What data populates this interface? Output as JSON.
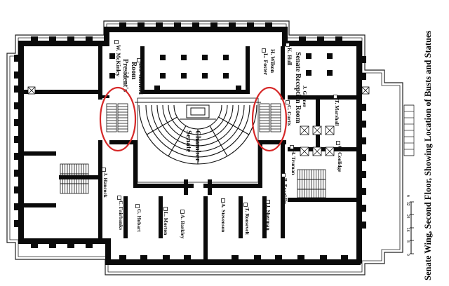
{
  "caption": "Senate Wing, Second Floor, Showing Location of Busts and Statues",
  "rooms": {
    "presidents_room": "President's",
    "presidents_room_2": "Room",
    "senate_chamber": "Senate",
    "senate_chamber_2": "Chamber",
    "reception_room": "Senate Reception Room"
  },
  "busts": [
    {
      "id": "mckinley",
      "label": "W. McKinley"
    },
    {
      "id": "garfield",
      "label": "D.J. Garfield"
    },
    {
      "id": "foster",
      "label": "L. Foster"
    },
    {
      "id": "wilson",
      "label": "H. Wilson"
    },
    {
      "id": "hull",
      "label": "K. Hull"
    },
    {
      "id": "garner",
      "label": "J. Garner"
    },
    {
      "id": "marshall",
      "label": "T. Marshall"
    },
    {
      "id": "coolidge",
      "label": "C. Coolidge"
    },
    {
      "id": "curtis",
      "label": "C. Curtis"
    },
    {
      "id": "truman",
      "label": "H. Truman"
    },
    {
      "id": "franklin",
      "label": "B. Franklin"
    },
    {
      "id": "hancock",
      "label": "J. Hancock"
    },
    {
      "id": "fairbanks",
      "label": "C. Fairbanks"
    },
    {
      "id": "hobart",
      "label": "G. Hobart"
    },
    {
      "id": "morton",
      "label": "L. Morton"
    },
    {
      "id": "barkley",
      "label": "A. Barkley"
    },
    {
      "id": "stevenson",
      "label": "A. Stevenson"
    },
    {
      "id": "roosevelt",
      "label": "T. Roosevelt"
    },
    {
      "id": "sherman",
      "label": "J. Sherman"
    }
  ],
  "scale": {
    "ticks": [
      "0",
      "8",
      "16",
      "24",
      "32"
    ],
    "unit": "ft"
  },
  "colors": {
    "walls": "#0a0a0a",
    "highlight": "#d62828",
    "paper": "#ffffff"
  }
}
